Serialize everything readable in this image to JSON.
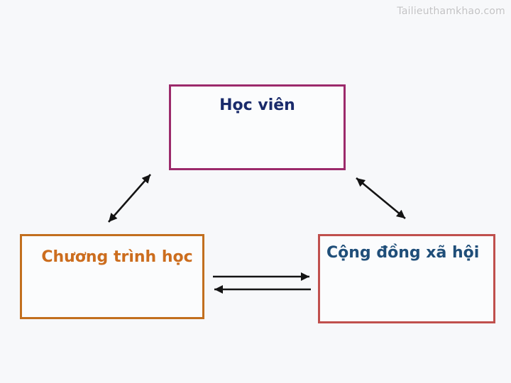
{
  "watermark": "Tailieuthamkhao.com",
  "background_color": "#f7f8fa",
  "arrow_color": "#141414",
  "diagram": {
    "nodes": [
      {
        "id": "hoc-vien",
        "label": "Học viên",
        "border_color": "#9c2a6b",
        "text_color": "#1a2b6b",
        "position": "top-center"
      },
      {
        "id": "chuong-trinh-hoc",
        "label": "Chương trình học",
        "border_color": "#c26f1e",
        "text_color": "#cc6d1e",
        "position": "bottom-left"
      },
      {
        "id": "cong-dong-xa-hoi",
        "label": "Cộng đồng xã hội",
        "border_color": "#c0504d",
        "text_color": "#1f4e79",
        "position": "bottom-right"
      }
    ],
    "edges": [
      {
        "from": "chuong-trinh-hoc",
        "to": "hoc-vien",
        "type": "double-headed"
      },
      {
        "from": "hoc-vien",
        "to": "cong-dong-xa-hoi",
        "type": "double-headed"
      },
      {
        "from": "chuong-trinh-hoc",
        "to": "cong-dong-xa-hoi",
        "type": "single-headed"
      },
      {
        "from": "cong-dong-xa-hoi",
        "to": "chuong-trinh-hoc",
        "type": "single-headed"
      }
    ]
  }
}
